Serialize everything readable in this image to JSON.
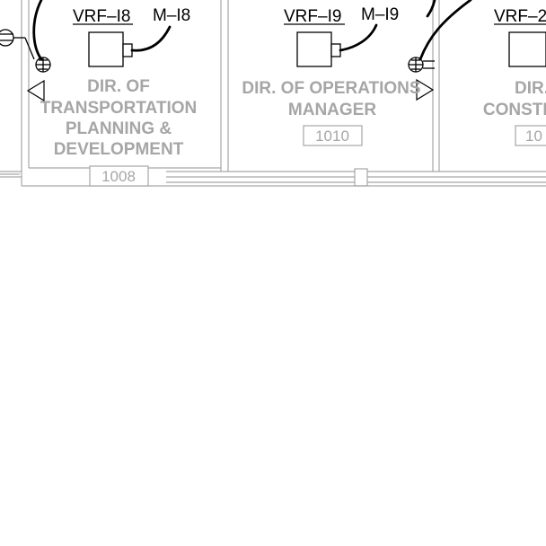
{
  "rooms": [
    {
      "unit_tag": "VRF–I8",
      "mount_tag": "M–I8",
      "name_lines": [
        "DIR. OF",
        "TRANSPORTATION",
        "PLANNING &",
        "DEVELOPMENT"
      ],
      "number": "1008"
    },
    {
      "unit_tag": "VRF–I9",
      "mount_tag": "M–I9",
      "name_lines": [
        "DIR. OF OPERATIONS",
        "MANAGER"
      ],
      "number": "1010"
    },
    {
      "unit_tag": "VRF–2",
      "name_lines": [
        "DIR.",
        "CONSTR"
      ],
      "number": "10"
    }
  ]
}
